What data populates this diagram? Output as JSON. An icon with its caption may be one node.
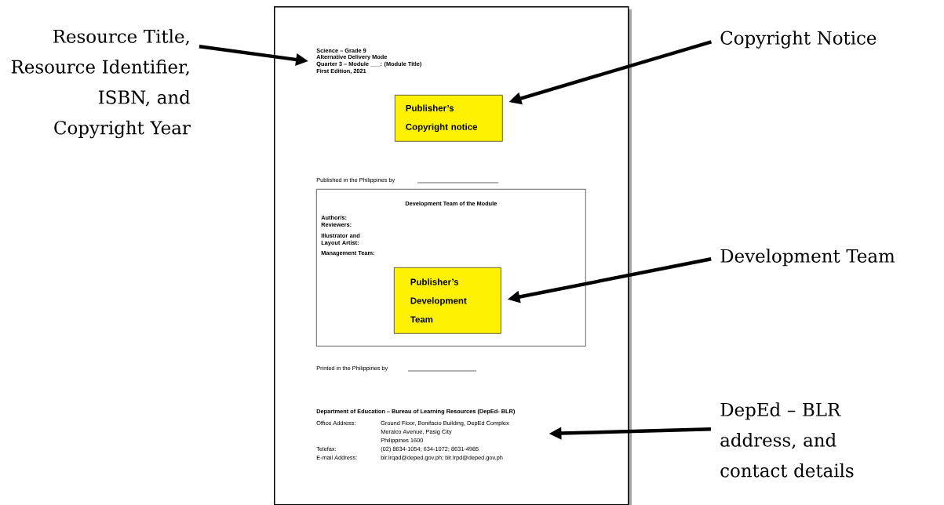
{
  "diagram": {
    "nodes": [
      {
        "text": [
          "Resource Title, Resource Identifier, ISBN, and Copyright Year"
        ]
      },
      {
        "text": [
          "Copyright Notice"
        ]
      },
      {
        "text": [
          "Development Team"
        ]
      },
      {
        "text": [
          "DepEd – BLR address, and contact details"
        ]
      },
      {
        "text": [],
        "shape": "box"
      },
      {
        "text": [
          "Science – Grade 9",
          "Alternative Delivery Mode",
          "Quarter 3 – Module ___: (Module Title)",
          "First Edition, 2021"
        ],
        "in": 4
      },
      {
        "text": [
          "Publisher’s Copyright notice"
        ],
        "in": 4
      },
      {
        "text": [
          "Development Team of the Module",
          "Author/s:",
          "Reviewers:",
          "Illustrator and Layout Artist:",
          "Management Team:"
        ],
        "in": 4
      },
      {
        "text": [
          "Publisher’s Development Team"
        ],
        "in": 7
      },
      {
        "text": [
          "Department of Education – Bureau of Learning Resources (DepEd- BLR)",
          "Office Address:",
          "Ground Floor, Bonifacio Building, DepEd Complex",
          "Meralco Avenue, Pasig City",
          "Philippines 1600",
          "Telefax:",
          "(02) 8634-1054; 634-1072; 8631-4985",
          "E-mail Address:",
          "blr.lrqad@deped.gov.ph; blr.lrpd@deped.gov.ph"
        ],
        "in": 4
      }
    ],
    "edges": [
      {
        "from": 0,
        "to": 5,
        "arrow": "to"
      },
      {
        "from": 1,
        "to": 6,
        "arrow": "to"
      },
      {
        "from": 2,
        "to": 8,
        "arrow": "to"
      },
      {
        "from": 3,
        "to": 9,
        "arrow": "to"
      }
    ],
    "labels": [
      "Published in the Philippines by",
      "Printed in the Philippines by"
    ]
  }
}
